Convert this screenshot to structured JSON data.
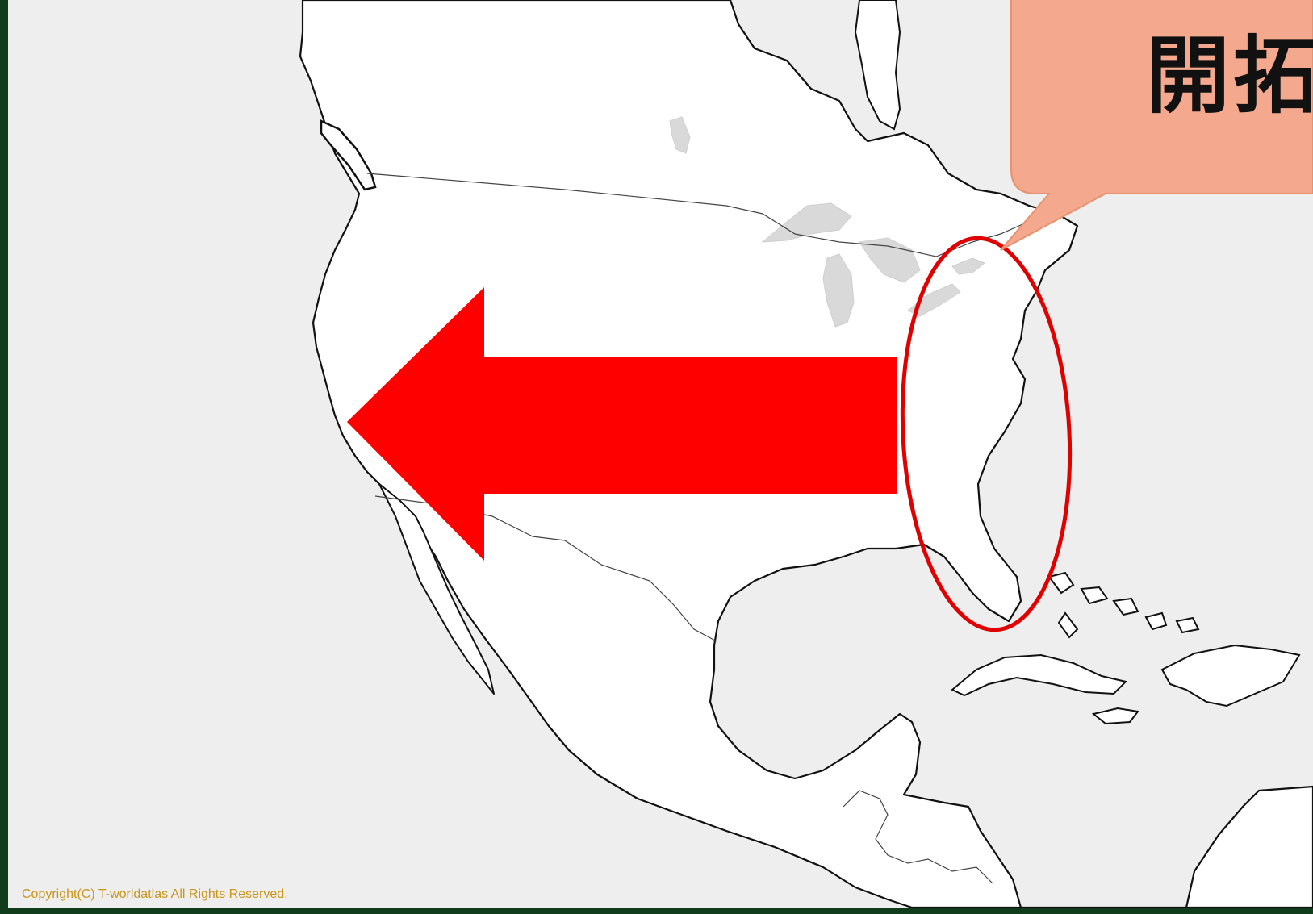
{
  "callout": {
    "text": "開拓"
  },
  "copyright": "Copyright(C) T-worldatlas All Rights Reserved.",
  "colors": {
    "frame": "#123d1c",
    "ocean": "#eeeeee",
    "land": "#ffffff",
    "coastline": "#111111",
    "lakes": "#d9d9d9",
    "arrow": "#ff0000",
    "highlight_ellipse": "#e00000",
    "callout_fill": "#f4a98f",
    "callout_border": "#e8916f",
    "copyright_text": "#c8961a"
  },
  "icons": {
    "arrow": "westward-arrow-icon",
    "ellipse": "east-coast-highlight"
  }
}
